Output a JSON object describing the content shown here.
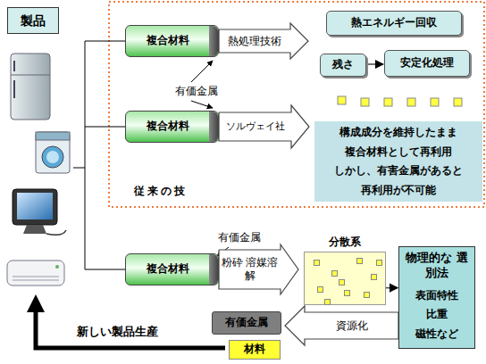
{
  "diagram": {
    "nodes": [
      {
        "text": [
          "製品"
        ]
      },
      {
        "text": [
          "複合材料"
        ]
      },
      {
        "text": [
          "複合材料"
        ]
      },
      {
        "text": [
          "複合材料"
        ]
      },
      {
        "text": [
          "熱エネルギー回収"
        ]
      },
      {
        "text": [
          "残さ"
        ]
      },
      {
        "text": [
          "安定化処理"
        ]
      },
      {
        "text": [
          "構成成分を維持したまま",
          "複合材料として再利用",
          "しかし、有害金属があると",
          "再利用が不可能"
        ]
      },
      {
        "text": [
          "分散系"
        ]
      },
      {
        "text": [
          "物理的な 選別法",
          "表面特性",
          "比重",
          "磁性など"
        ]
      },
      {
        "text": [
          "有価金属"
        ]
      },
      {
        "text": [
          "材料"
        ]
      }
    ],
    "edges": [
      {
        "from": 1,
        "to": 4,
        "arrow": "to",
        "label": "熱処理技術"
      },
      {
        "from": 2,
        "to": 7,
        "arrow": "to",
        "label": "ソルヴェイ社"
      },
      {
        "from": 3,
        "to": 8,
        "arrow": "to",
        "label": "粉砕 溶媒溶解"
      },
      {
        "from": 5,
        "to": 6,
        "arrow": "to"
      },
      {
        "from": 8,
        "to": 9,
        "arrow": "to"
      },
      {
        "from": 9,
        "to": 10,
        "arrow": "to",
        "label": "資源化"
      }
    ],
    "labels": [
      "有価金属",
      "従来の技",
      "有価金属",
      "新しい製品生産"
    ]
  }
}
